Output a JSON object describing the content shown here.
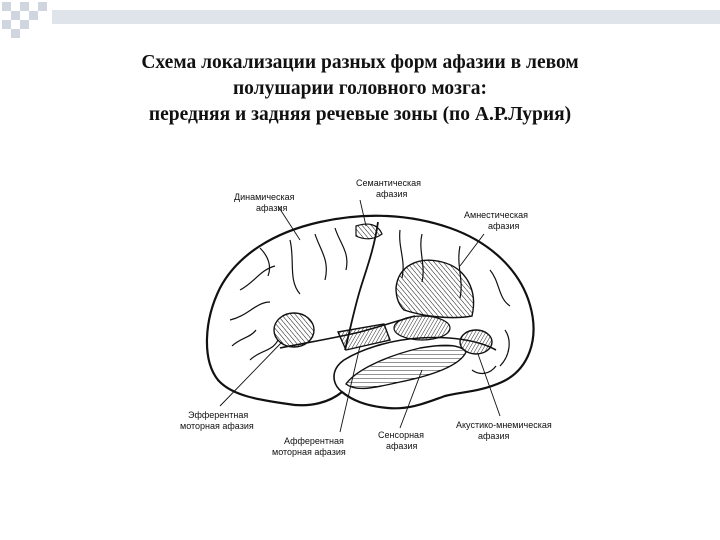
{
  "slide": {
    "title_lines": [
      "Схема локализации разных форм афазии в левом",
      "полушарии головного мозга:",
      "передняя и задняя речевые зоны (по А.Р.Лурия)"
    ]
  },
  "labels": {
    "dynamic": [
      "Динамическая",
      "афазия"
    ],
    "semantic": [
      "Семантическая",
      "афазия"
    ],
    "amnestic": [
      "Амнестическая",
      "афазия"
    ],
    "efferent": [
      "Эфферентная",
      "моторная афазия"
    ],
    "afferent": [
      "Афферентная",
      "моторная афазия"
    ],
    "sensory": [
      "Сенсорная",
      "афазия"
    ],
    "acoustic": [
      "Акустико-мнемическая",
      "афазия"
    ]
  },
  "colors": {
    "accent_squares": "#cfd6df",
    "accent_bar": "#dfe4ea",
    "ink": "#111111"
  }
}
